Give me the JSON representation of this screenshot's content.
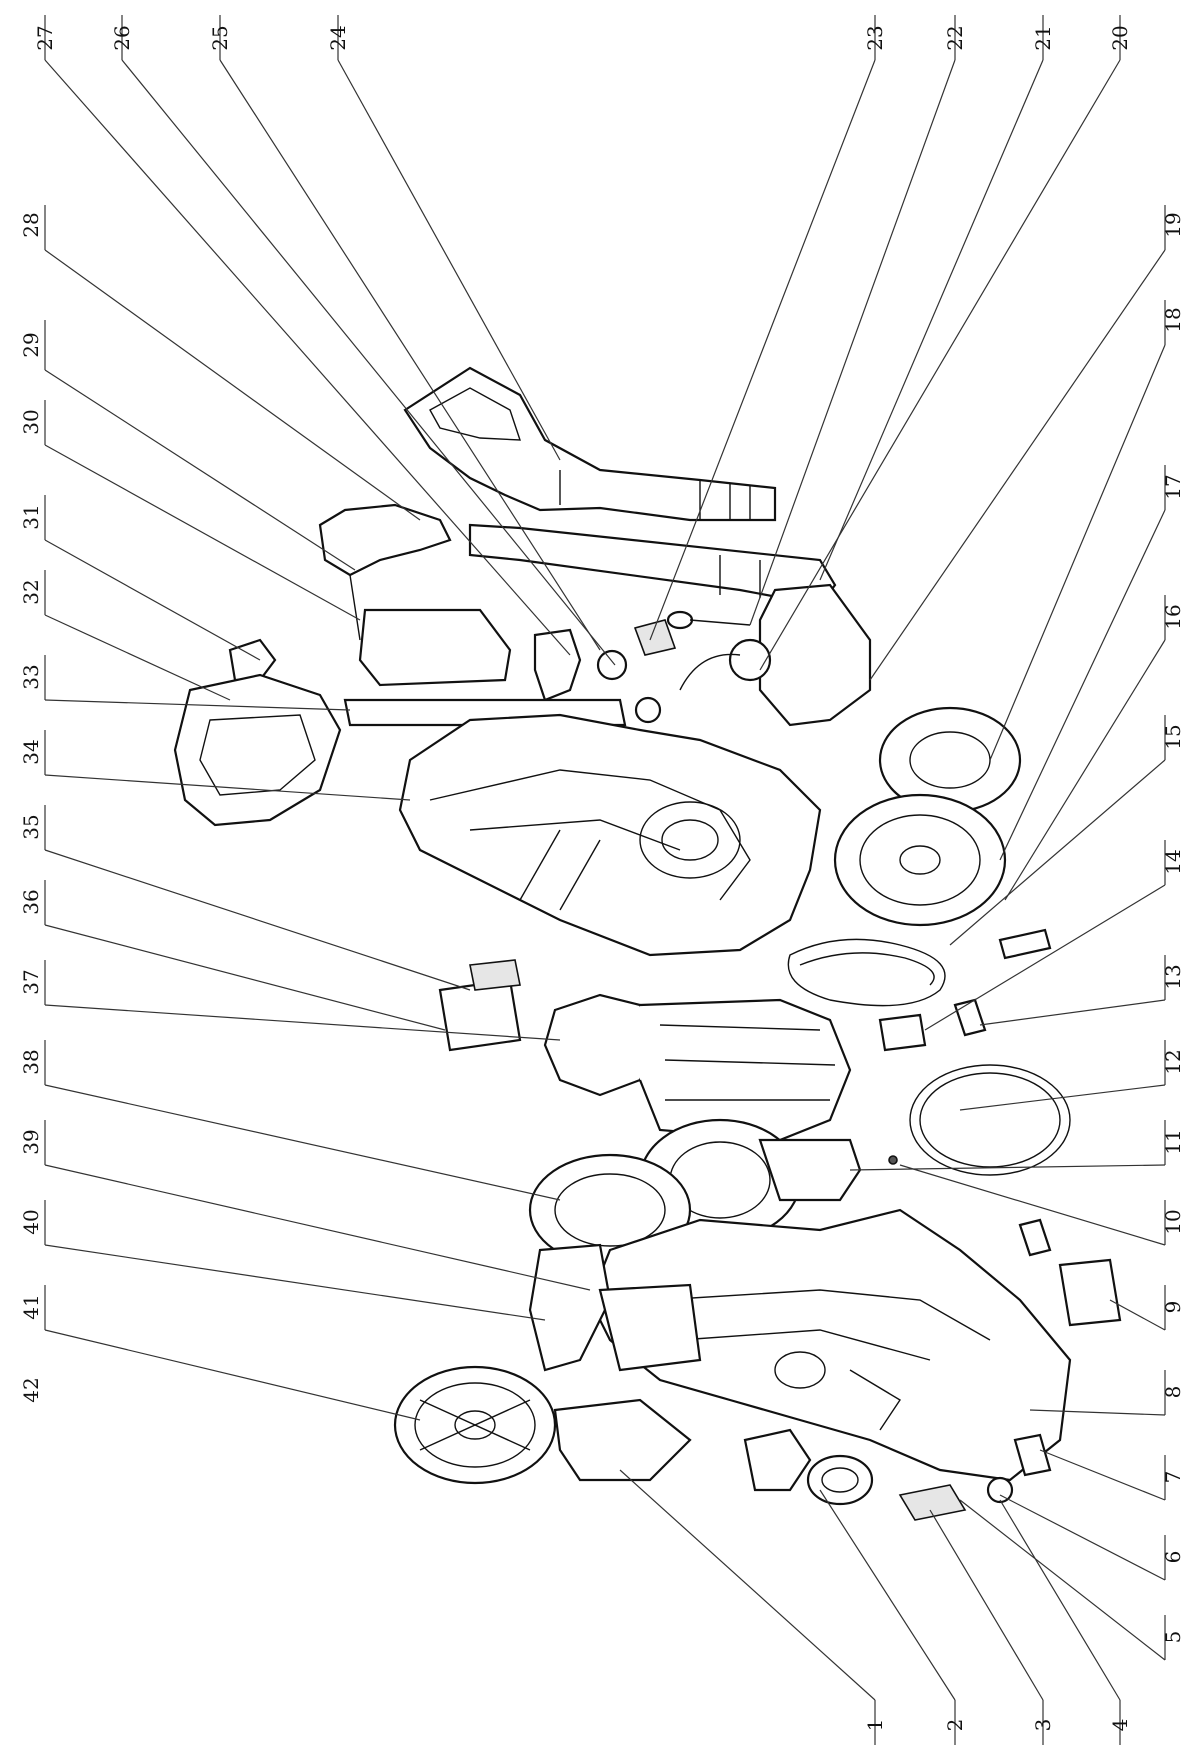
{
  "diagram": {
    "callouts_top": [
      "27",
      "26",
      "25",
      "24",
      "23",
      "22",
      "21",
      "20"
    ],
    "callouts_upper_left": [
      "28",
      "29",
      "30",
      "31",
      "32",
      "33",
      "34",
      "35",
      "36",
      "37",
      "38",
      "39",
      "40",
      "41",
      "42"
    ],
    "callouts_upper_right": [
      "19",
      "18",
      "17",
      "16",
      "15",
      "14",
      "13",
      "12",
      "11",
      "10",
      "9",
      "8",
      "7",
      "6",
      "5"
    ],
    "callouts_bottom": [
      "1",
      "2",
      "3",
      "4"
    ]
  }
}
